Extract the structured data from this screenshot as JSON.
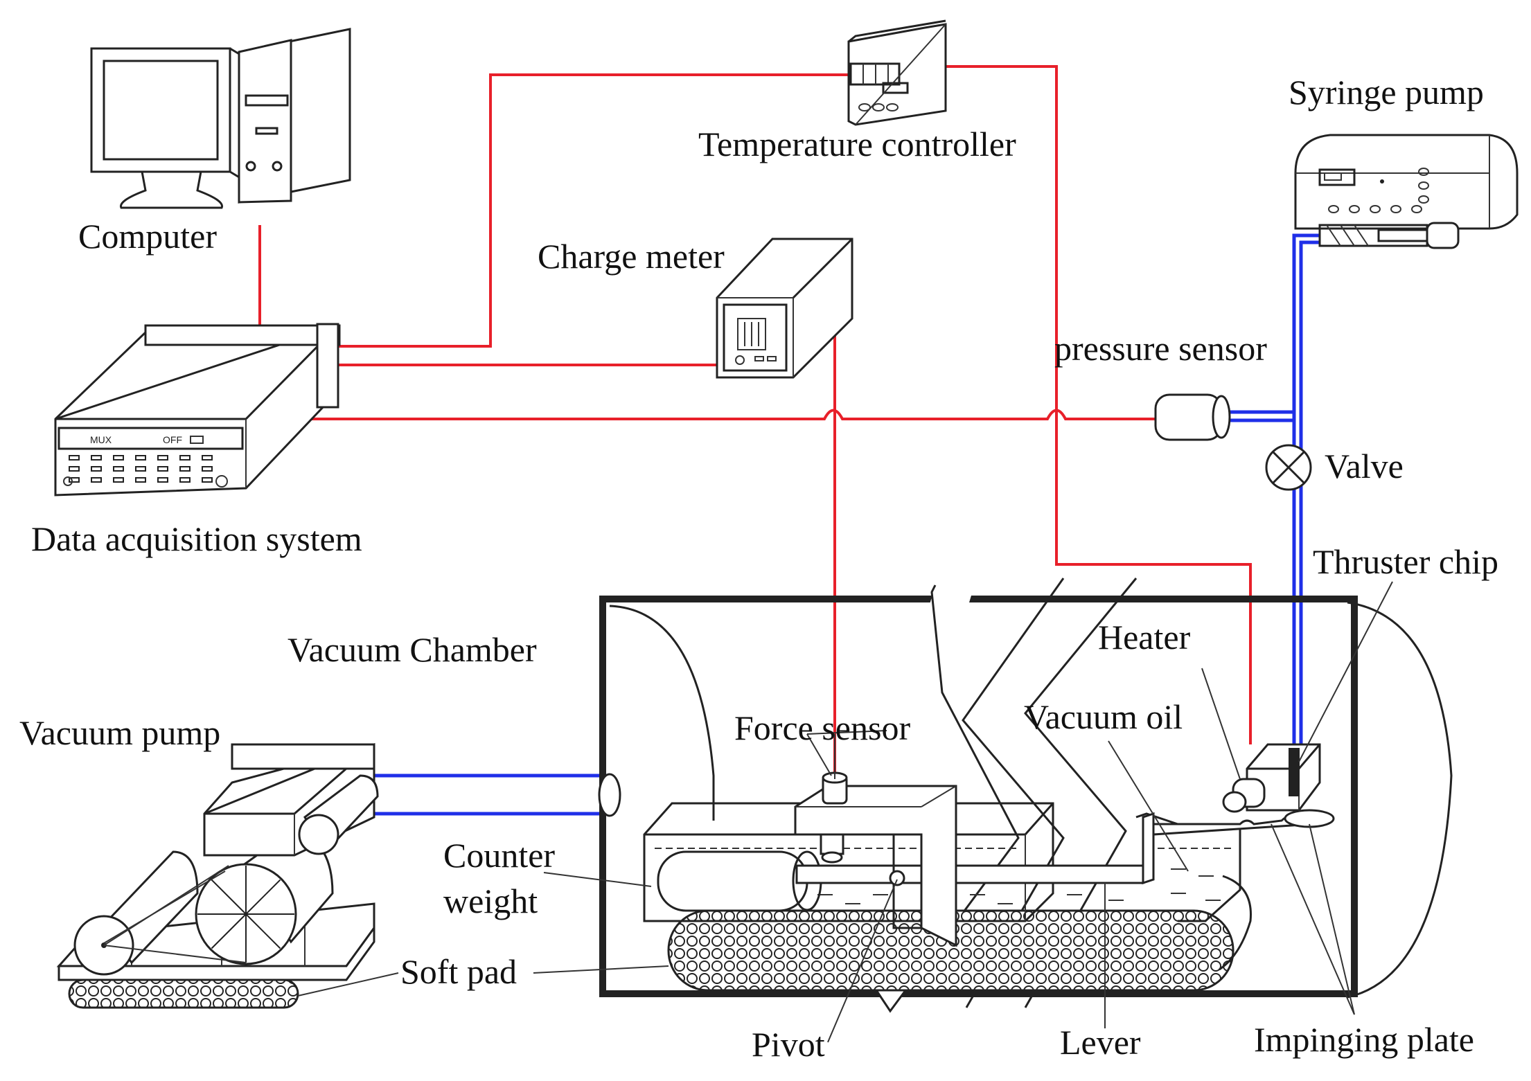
{
  "colors": {
    "electrical_line": "#e8202a",
    "fluid_line": "#1f2fe8",
    "outline": "#222222",
    "background": "#ffffff"
  },
  "labels": {
    "computer": "Computer",
    "temperature_controller": "Temperature controller",
    "syringe_pump": "Syringe pump",
    "charge_meter": "Charge meter",
    "pressure_sensor": "pressure sensor",
    "valve": "Valve",
    "data_acquisition": "Data acquisition system",
    "thruster_chip": "Thruster chip",
    "heater": "Heater",
    "vacuum_chamber": "Vacuum Chamber",
    "vacuum_oil": "Vacuum oil",
    "force_sensor": "Force sensor",
    "vacuum_pump": "Vacuum pump",
    "counter": "Counter",
    "weight": "weight",
    "soft_pad": "Soft pad",
    "pivot": "Pivot",
    "lever": "Lever",
    "impinging_plate": "Impinging plate"
  },
  "panel_text": {
    "daq_mux": "MUX",
    "daq_off": "OFF"
  },
  "icons": [
    "computer-icon",
    "temperature-controller-icon",
    "syringe-pump-icon",
    "charge-meter-icon",
    "pressure-sensor-icon",
    "valve-icon",
    "data-acquisition-icon",
    "vacuum-chamber-icon",
    "vacuum-pump-icon"
  ]
}
